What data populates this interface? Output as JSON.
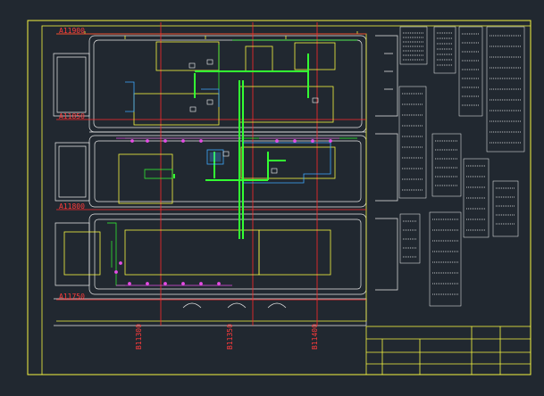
{
  "grid_labels": {
    "A11900": "A11900",
    "A11850": "A11850",
    "A11800": "A11800",
    "A11750": "A11750",
    "B11300": "B11300",
    "B11350": "B11350",
    "B11400": "B11400"
  },
  "buildings": {
    "b1": "",
    "b2": "",
    "b3": "",
    "b4": "",
    "b5": "",
    "b6": "",
    "b7": "",
    "b8": "",
    "b9": ""
  },
  "title_block": {
    "t1": "",
    "t2": "",
    "t3": ""
  },
  "colors": {
    "background": "#212830",
    "frame": "#f5f542",
    "grid": "#ff2a2a",
    "pipe": "#33ff33",
    "equipment": "#3fa9ff",
    "marker": "#e64ce6",
    "text": "#f5f5f5"
  }
}
